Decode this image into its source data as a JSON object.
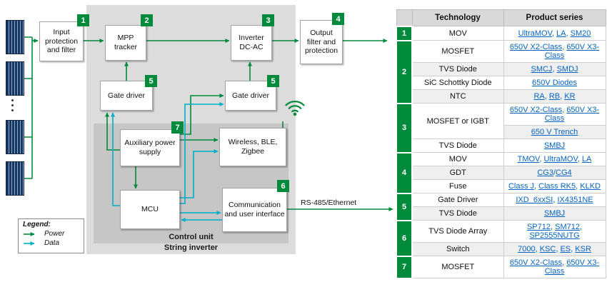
{
  "colors": {
    "green": "#008A3C",
    "cyan": "#00AEC7",
    "link": "#0563C1"
  },
  "diagram": {
    "badges": {
      "input": "1",
      "mpp": "2",
      "inverter": "3",
      "output": "4",
      "gate": "5",
      "comm": "6",
      "aux": "7"
    },
    "blocks": {
      "input": "Input protection and filter",
      "mpp": "MPP tracker",
      "inverter": "Inverter DC-AC",
      "output": "Output filter and protection",
      "gate1": "Gate driver",
      "gate2": "Gate driver",
      "aux": "Auxiliary power supply",
      "wireless": "Wireless, BLE, Zigbee",
      "mcu": "MCU",
      "comm": "Communication and user interface"
    },
    "labels": {
      "control_unit": "Control unit",
      "string_inverter": "String inverter",
      "rs485": "RS-485/Ethernet"
    },
    "legend": {
      "title": "Legend:",
      "power": "Power",
      "data": "Data"
    }
  },
  "table": {
    "header": {
      "technology": "Technology",
      "product": "Product series"
    },
    "rows": [
      {
        "group": "1",
        "groupSpan": 1,
        "tech": "MOV",
        "links": [
          "UltraMOV",
          "LA",
          "SM20"
        ]
      },
      {
        "group": "2",
        "groupSpan": 4,
        "tech": "MOSFET",
        "links": [
          "650V X2-Class",
          "650V X3-Class"
        ]
      },
      {
        "tech": "TVS Diode",
        "links": [
          "SMCJ",
          "SMDJ"
        ]
      },
      {
        "tech": "SiC Schottky Diode",
        "links": [
          "650V Diodes"
        ]
      },
      {
        "tech": "NTC",
        "links": [
          "RA",
          "RB",
          "KR"
        ]
      },
      {
        "group": "3",
        "groupSpan": 3,
        "tech": "MOSFET or IGBT",
        "techSpan": 2,
        "links": [
          "650V X2-Class",
          "650V X3-Class"
        ]
      },
      {
        "links": [
          "650 V Trench"
        ]
      },
      {
        "tech": "TVS Diode",
        "links": [
          "SMBJ"
        ]
      },
      {
        "group": "4",
        "groupSpan": 3,
        "tech": "MOV",
        "links": [
          "TMOV",
          "UltraMOV",
          "LA"
        ]
      },
      {
        "tech": "GDT",
        "links": [
          "CG3",
          "CG4"
        ],
        "sep": "/"
      },
      {
        "tech": "Fuse",
        "links": [
          "Class J",
          "Class RK5",
          "KLKD"
        ]
      },
      {
        "group": "5",
        "groupSpan": 2,
        "tech": "Gate Driver",
        "links": [
          "IXD_6xxSI",
          "IX4351NE"
        ]
      },
      {
        "tech": "TVS Diode",
        "links": [
          "SMBJ"
        ]
      },
      {
        "group": "6",
        "groupSpan": 2,
        "tech": "TVS Diode Array",
        "links": [
          "SP712",
          "SM712",
          "SP2555NUTG"
        ]
      },
      {
        "tech": "Switch",
        "links": [
          "7000",
          "KSC",
          "ES",
          "KSR"
        ]
      },
      {
        "group": "7",
        "groupSpan": 1,
        "tech": "MOSFET",
        "links": [
          "650V X2-Class",
          "650V X3-Class"
        ]
      }
    ]
  }
}
